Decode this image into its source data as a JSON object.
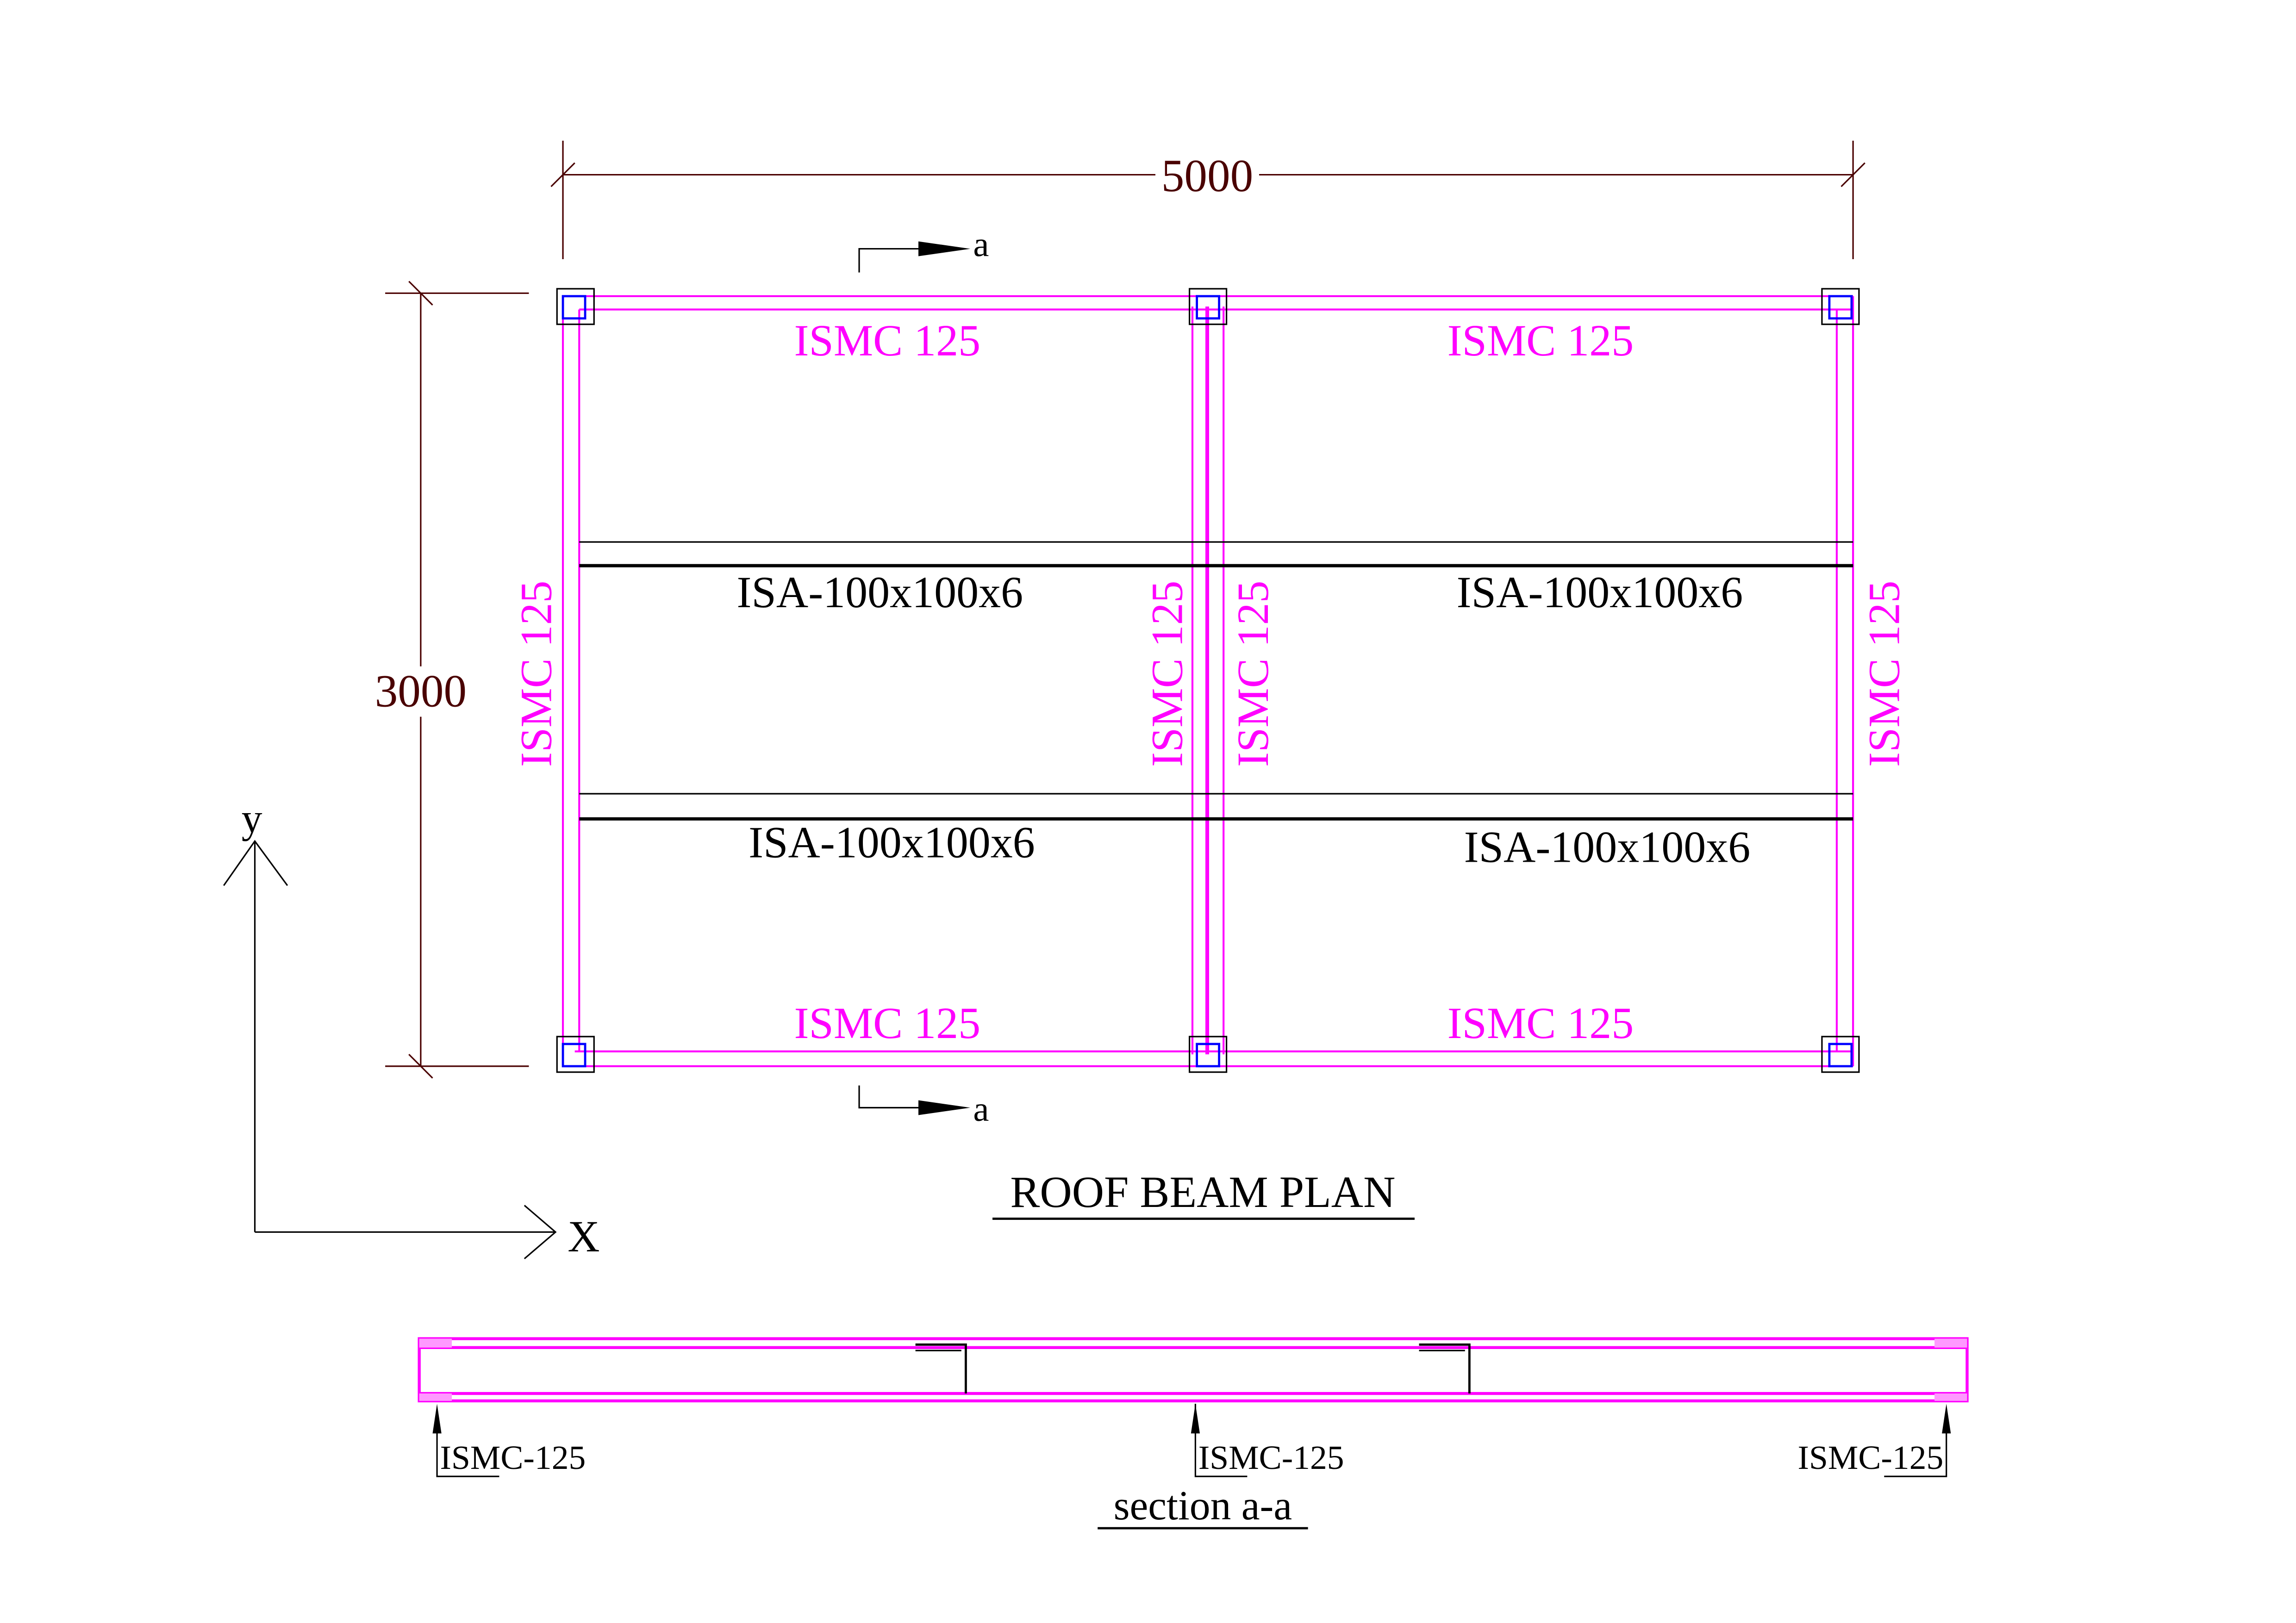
{
  "plan": {
    "title": "ROOF BEAM PLAN",
    "dim_x": "5000",
    "dim_y": "3000",
    "section_marker": "a",
    "beams": {
      "top_left": "ISMC 125",
      "top_right": "ISMC 125",
      "bottom_left": "ISMC 125",
      "bottom_right": "ISMC 125",
      "left": "ISMC 125",
      "mid_left": "ISMC 125",
      "mid_right": "ISMC 125",
      "right": "ISMC 125"
    },
    "angles": {
      "upper_left": "ISA-100x100x6",
      "upper_right": "ISA-100x100x6",
      "lower_left": "ISA-100x100x6",
      "lower_right": "ISA-100x100x6"
    }
  },
  "axes": {
    "x": "X",
    "y": "y"
  },
  "section": {
    "title": "section a-a",
    "labels": [
      "ISMC-125",
      "ISMC-125",
      "ISMC-125"
    ]
  },
  "colors": {
    "beam": "#ff00ff",
    "column": "#0000ff",
    "dimension": "#4a0000",
    "line": "#000000"
  }
}
